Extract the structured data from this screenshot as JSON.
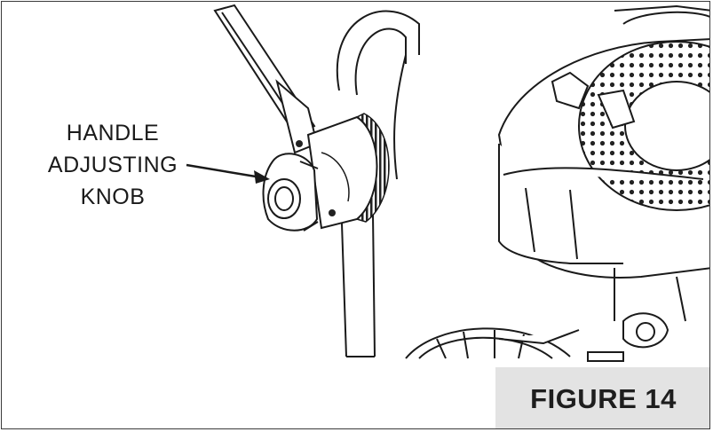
{
  "callout": {
    "line1": "HANDLE",
    "line2": "ADJUSTING",
    "line3": "KNOB"
  },
  "figure": {
    "label": "FIGURE 14"
  }
}
